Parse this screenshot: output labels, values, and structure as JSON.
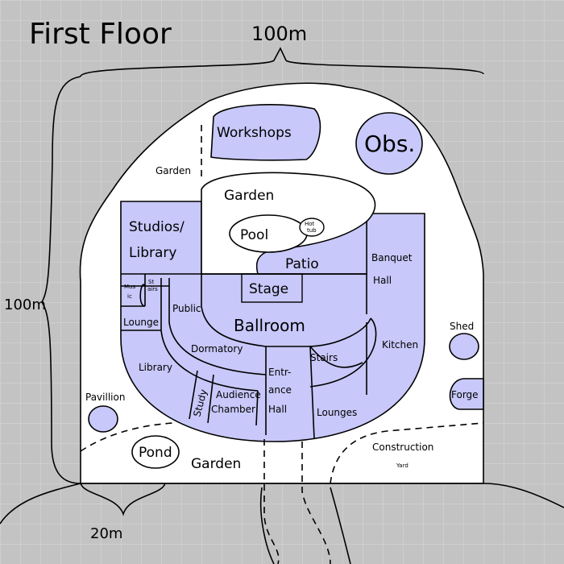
{
  "title": "First Floor",
  "scale": {
    "top": "100m",
    "left": "100m",
    "bottom": "20m"
  },
  "colors": {
    "background": "#c3c3c3",
    "grid": "#d8d8d8",
    "land": "#ffffff",
    "room": "#c8c8fa"
  },
  "rooms": {
    "workshops": "Workshops",
    "obs": "Obs.",
    "garden_left": "Garden",
    "garden_inner": "Garden",
    "pool": "Pool",
    "hot_tub": [
      "Hot",
      "tub"
    ],
    "studios": [
      "Studios/",
      "Library"
    ],
    "patio": "Patio",
    "banquet": [
      "Banquet",
      "Hall"
    ],
    "stage": "Stage",
    "music": [
      "Mus",
      "ic"
    ],
    "stairs_small": [
      "St",
      "airs"
    ],
    "public": "Public",
    "ballroom": "Ballroom",
    "lounge": "Lounge",
    "dormatory": "Dormatory",
    "library": "Library",
    "stairs": "Stairs",
    "kitchen": "Kitchen",
    "shed": "Shed",
    "forge": "Forge",
    "pavillion": "Pavillion",
    "study": "Study",
    "audience": [
      "Audience",
      "Chamber"
    ],
    "entrance": [
      "Entr-",
      "ance",
      "Hall"
    ],
    "lounges": "Lounges",
    "pond": "Pond",
    "garden_bottom": "Garden",
    "construction": [
      "Construction",
      "Yard"
    ]
  }
}
